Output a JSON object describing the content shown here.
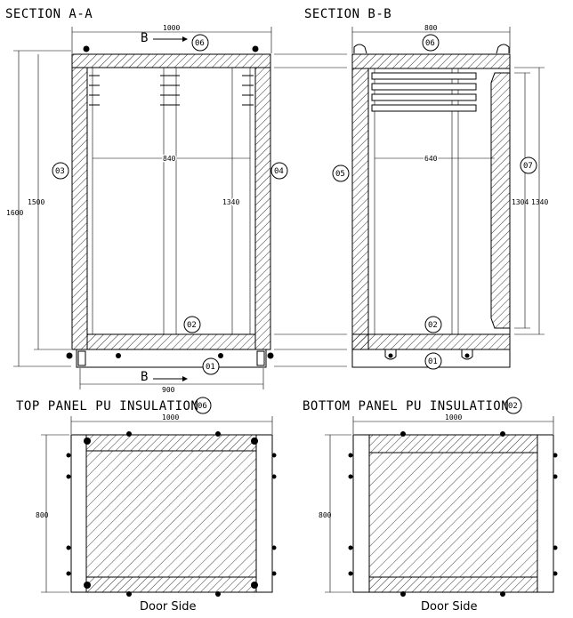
{
  "titles": {
    "section_aa": "SECTION A-A",
    "section_bb": "SECTION B-B",
    "top_panel": "TOP PANEL PU INSULATION",
    "bottom_panel": "BOTTOM PANEL PU INSULATION"
  },
  "section_aa": {
    "width_top": "1000",
    "inner_width": "840",
    "outer_height": "1600",
    "height": "1500",
    "inner_height": "1340",
    "base_width": "900",
    "cut_marker": "B",
    "tags": {
      "top": "06",
      "left": "03",
      "right": "04",
      "bottom_inner": "02",
      "base": "01"
    }
  },
  "section_bb": {
    "width_top": "800",
    "inner_width": "640",
    "inner_height_a": "1304",
    "inner_height_b": "1340",
    "tags": {
      "top": "06",
      "left": "05",
      "door": "07",
      "bottom_inner": "02",
      "base": "01"
    }
  },
  "top_panel": {
    "tag": "06",
    "width": "1000",
    "depth": "800",
    "caption": "Door Side"
  },
  "bottom_panel": {
    "tag": "02",
    "width": "1000",
    "depth": "800",
    "caption": "Door Side"
  }
}
